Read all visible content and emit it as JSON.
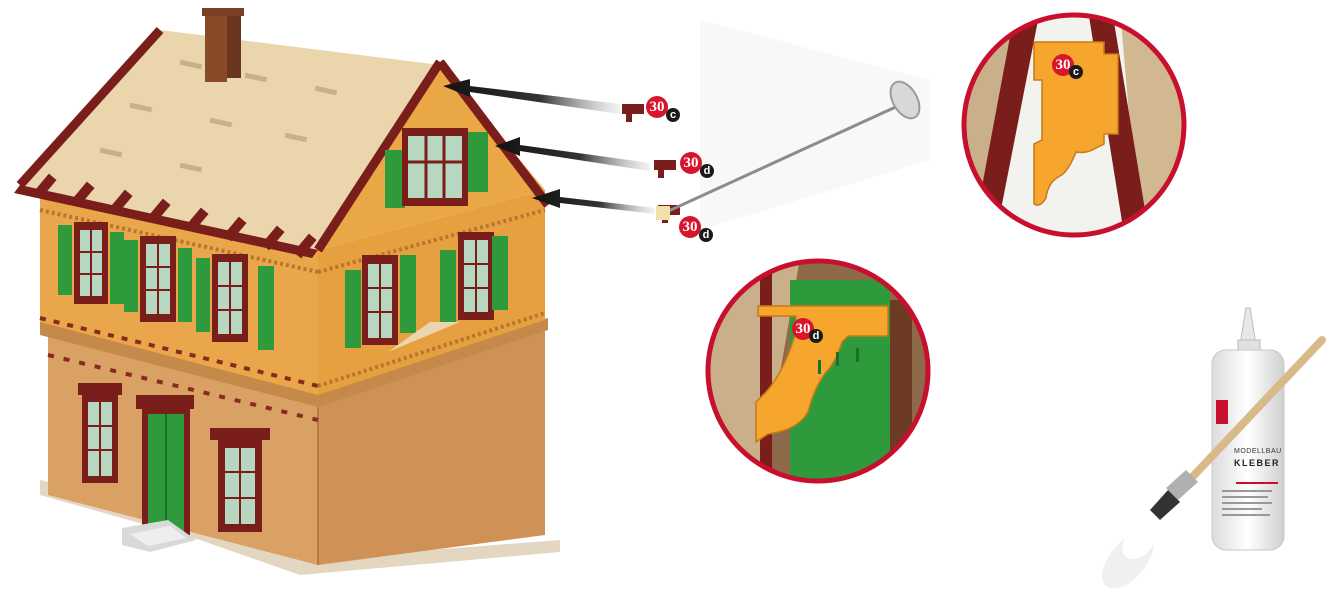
{
  "colors": {
    "wall_upper": "#e9a64a",
    "wall_lower": "#d9a164",
    "roof": "#ead5ad",
    "trim": "#7a1e1b",
    "shutter": "#2e9a3c",
    "bracket": "#f6a62d",
    "badge_red": "#d8152a",
    "badge_dark": "#1a1a1a",
    "zoom_ring": "#c8102e"
  },
  "labels": {
    "top": {
      "number": "30",
      "letter": "c"
    },
    "middle": {
      "number": "30",
      "letter": "d"
    },
    "lower": {
      "number": "30",
      "letter": "d"
    },
    "zoom_top": {
      "number": "30",
      "letter": "c"
    },
    "zoom_bottom": {
      "number": "30",
      "letter": "d"
    }
  },
  "glue_bottle": {
    "brand_line1": "MODELLBAU",
    "brand_line2": "KLEBER"
  },
  "icons": [
    "pin-tool-icon",
    "glue-bottle-icon",
    "brush-icon",
    "arrow-icon"
  ]
}
